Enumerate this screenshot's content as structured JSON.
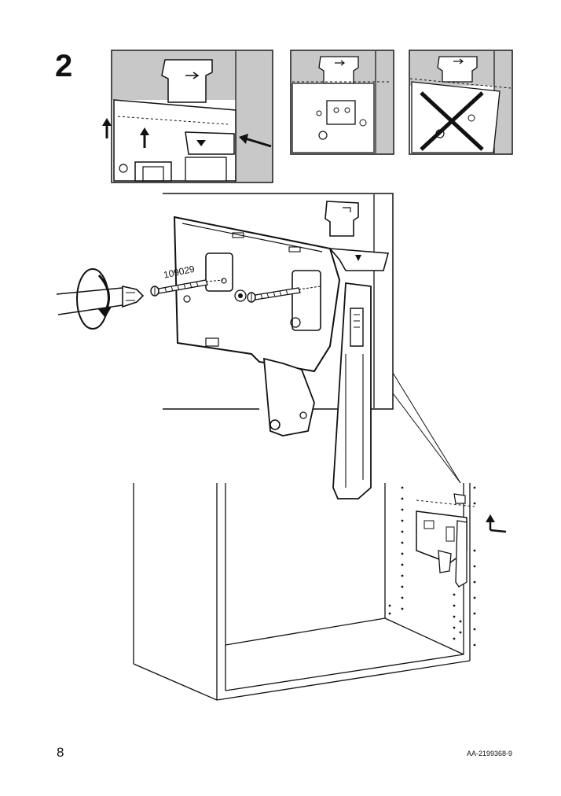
{
  "step": {
    "number": "2"
  },
  "callouts": {
    "screw_part_number": "109029"
  },
  "footer": {
    "page_number": "8",
    "document_code": "AA-2199368-9"
  },
  "colors": {
    "line": "#111111",
    "wall_grey": "#c8c8c8",
    "paper": "#ffffff"
  }
}
